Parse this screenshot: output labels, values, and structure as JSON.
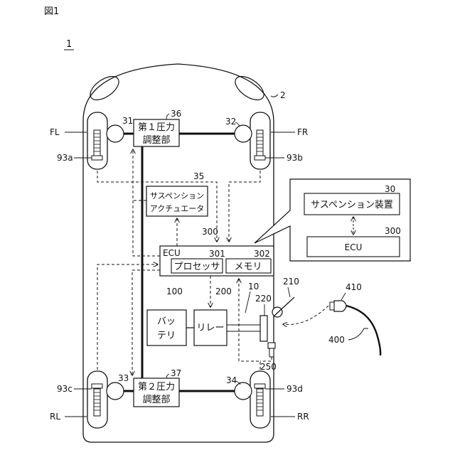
{
  "figure_label": "図1",
  "system_ref": "1",
  "vehicle": {
    "ref": "2"
  },
  "wheels": {
    "fl": {
      "label": "FL"
    },
    "fr": {
      "label": "FR"
    },
    "rl": {
      "label": "RL"
    },
    "rr": {
      "label": "RR"
    }
  },
  "refs": {
    "w31": "31",
    "w32": "32",
    "w33": "33",
    "w34": "34",
    "s93a": "93a",
    "s93b": "93b",
    "s93c": "93c",
    "s93d": "93d",
    "p36": "36",
    "p37": "37",
    "a35": "35",
    "e300": "300",
    "proc301": "301",
    "mem302": "302",
    "batt100": "100",
    "relay200": "200",
    "line10": "10",
    "port220": "220",
    "lid210": "210",
    "sw250": "250",
    "plug410": "410",
    "cable400": "400",
    "susp30": "30",
    "ecu300b": "300"
  },
  "blocks": {
    "pressure1": [
      "第１圧力",
      "調整部"
    ],
    "pressure2": [
      "第２圧力",
      "調整部"
    ],
    "actuator": [
      "サスペンション",
      "アクチュエータ"
    ],
    "ecu": "ECU",
    "processor": "プロセッサ",
    "memory": "メモリ",
    "battery": [
      "バッ",
      "テリ"
    ],
    "relay": "リレー",
    "suspension_device": "サスペンション装置",
    "ecu_detail": "ECU"
  }
}
